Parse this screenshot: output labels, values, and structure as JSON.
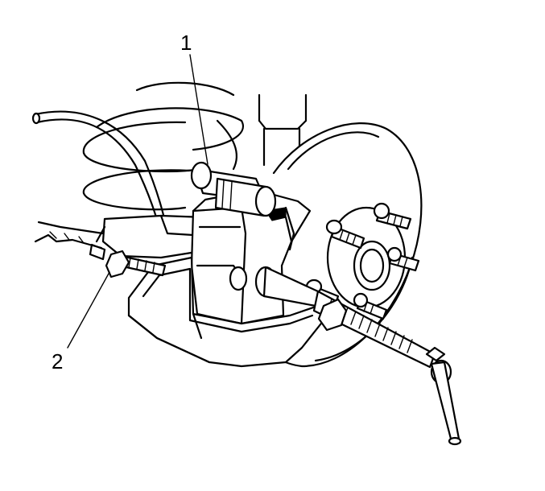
{
  "callouts": [
    {
      "label": "1",
      "part": "piston-compressor-clamp"
    },
    {
      "label": "2",
      "part": "caliper-bracket-bolt"
    }
  ],
  "colors": {
    "ink": "#000000",
    "paper": "#ffffff"
  }
}
